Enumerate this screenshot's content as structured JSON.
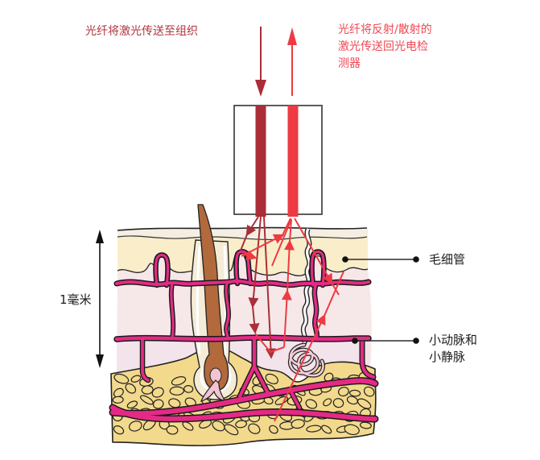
{
  "annotations": {
    "transmit_label": "光纤将激光传送至组织",
    "return_label_lines": [
      "光纤将反射/散射的",
      "激光传送回光电检",
      "测器"
    ],
    "scale_label": "1毫米",
    "capillary_label": "毛细管",
    "vessels_label_line1": "小动脉和",
    "vessels_label_line2": "小静脉"
  },
  "colors": {
    "laser_transmit": "#aa2e38",
    "laser_return": "#ee3a42",
    "vessel_magenta": "#e42a85",
    "fat_yellow": "#f2d98c",
    "epidermis_yellow": "#f9edca",
    "stratum_corneum_cream": "#f5eee2",
    "dermis_pink": "#f6e8e8",
    "deep_dermis_pink": "#f3e3ea",
    "hair_brown": "#b2693c",
    "follicle_cream": "#f5ecd8",
    "papilla_pink": "#f2c4d0",
    "probe_outline": "#4a4a4a",
    "transmit_text": "#b03540",
    "return_text": "#ef4853",
    "label_text": "#1c1c1c"
  }
}
